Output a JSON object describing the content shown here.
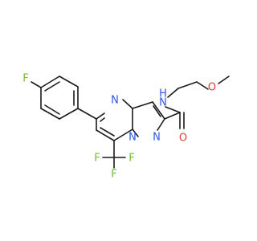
{
  "molecule": {
    "atoms": {
      "f_aryl": {
        "symbol": "F",
        "color": "#6fbf3a"
      },
      "n_ring1": {
        "symbol": "N",
        "color": "#2d55e6"
      },
      "n_ring2": {
        "symbol": "N",
        "color": "#2d55e6"
      },
      "n_ring3": {
        "symbol": "N",
        "color": "#2d55e6"
      },
      "nh": {
        "symbol": "N",
        "color": "#2d55e6"
      },
      "h": {
        "symbol": "H",
        "color": "#2d55e6"
      },
      "o_carbonyl": {
        "symbol": "O",
        "color": "#e53935"
      },
      "o_ether": {
        "symbol": "O",
        "color": "#e53935"
      },
      "f_cf3_left": {
        "symbol": "F",
        "color": "#6fbf3a"
      },
      "f_cf3_right": {
        "symbol": "F",
        "color": "#6fbf3a"
      },
      "f_cf3_bottom": {
        "symbol": "F",
        "color": "#6fbf3a"
      }
    },
    "bond_color": "#1a1a1a"
  }
}
